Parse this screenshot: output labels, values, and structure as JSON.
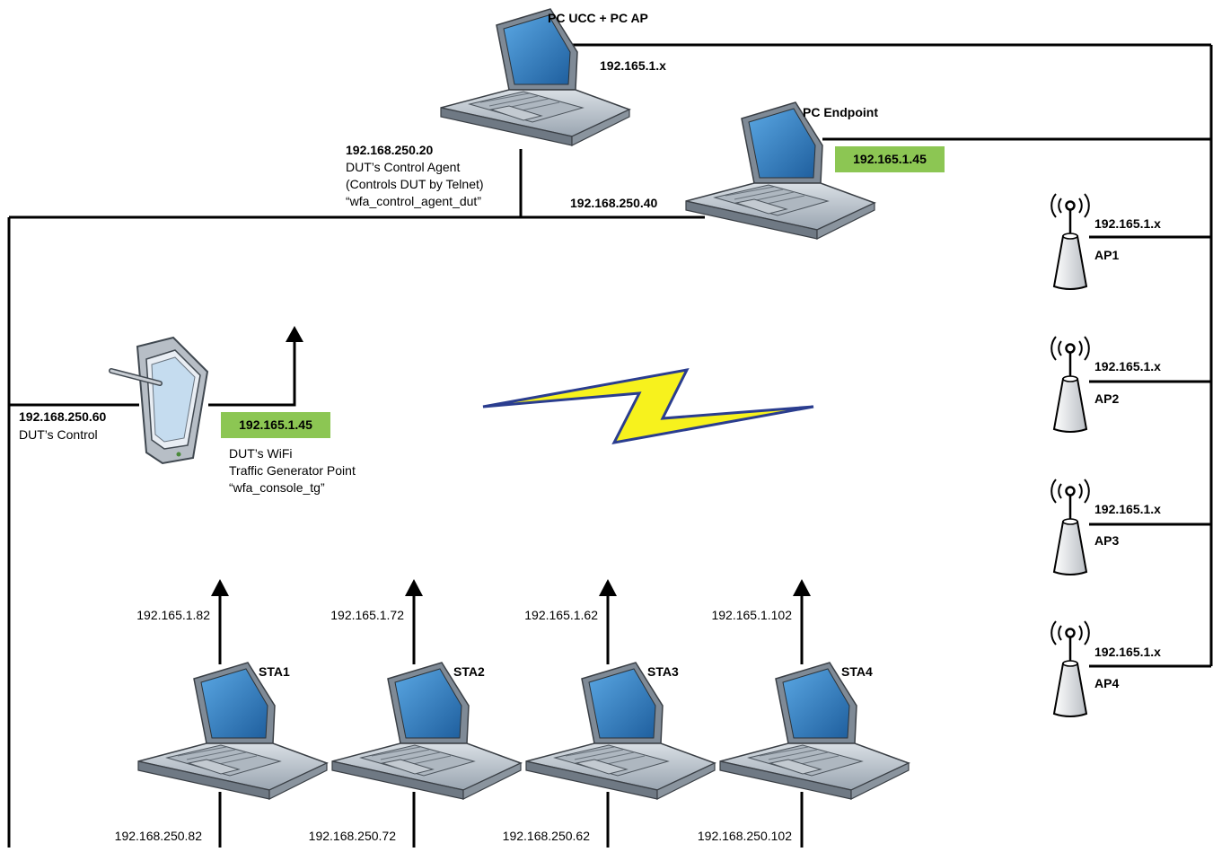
{
  "pc_ucc": {
    "title": "PC UCC + PC AP",
    "ip_right": "192.165.1.x",
    "ip": "192.168.250.20",
    "desc_line1": "DUT’s Control Agent",
    "desc_line2": "(Controls DUT by Telnet)",
    "desc_line3": "“wfa_control_agent_dut”"
  },
  "pc_endpoint": {
    "title": "PC Endpoint",
    "wifi_ip": "192.165.1.45",
    "control_ip": "192.168.250.40"
  },
  "dut": {
    "control_ip": "192.168.250.60",
    "control_label": "DUT’s Control",
    "wifi_ip": "192.165.1.45",
    "wifi_line1": "DUT’s WiFi",
    "wifi_line2": "Traffic Generator Point",
    "wifi_line3": "“wfa_console_tg”"
  },
  "aps": [
    {
      "name": "AP1",
      "ip": "192.165.1.x"
    },
    {
      "name": "AP2",
      "ip": "192.165.1.x"
    },
    {
      "name": "AP3",
      "ip": "192.165.1.x"
    },
    {
      "name": "AP4",
      "ip": "192.165.1.x"
    }
  ],
  "stations": [
    {
      "name": "STA1",
      "wifi_ip": "192.165.1.82",
      "control_ip": "192.168.250.82"
    },
    {
      "name": "STA2",
      "wifi_ip": "192.165.1.72",
      "control_ip": "192.168.250.72"
    },
    {
      "name": "STA3",
      "wifi_ip": "192.165.1.62",
      "control_ip": "192.168.250.62"
    },
    {
      "name": "STA4",
      "wifi_ip": "192.165.1.102",
      "control_ip": "192.168.250.102"
    }
  ],
  "colors": {
    "highlight_green": "#8cc653",
    "bolt_fill": "#f7f21d",
    "bolt_stroke": "#2a3d8f",
    "screen_blue": "#2f7bc2",
    "laptop_body": "#bcc5cf"
  }
}
